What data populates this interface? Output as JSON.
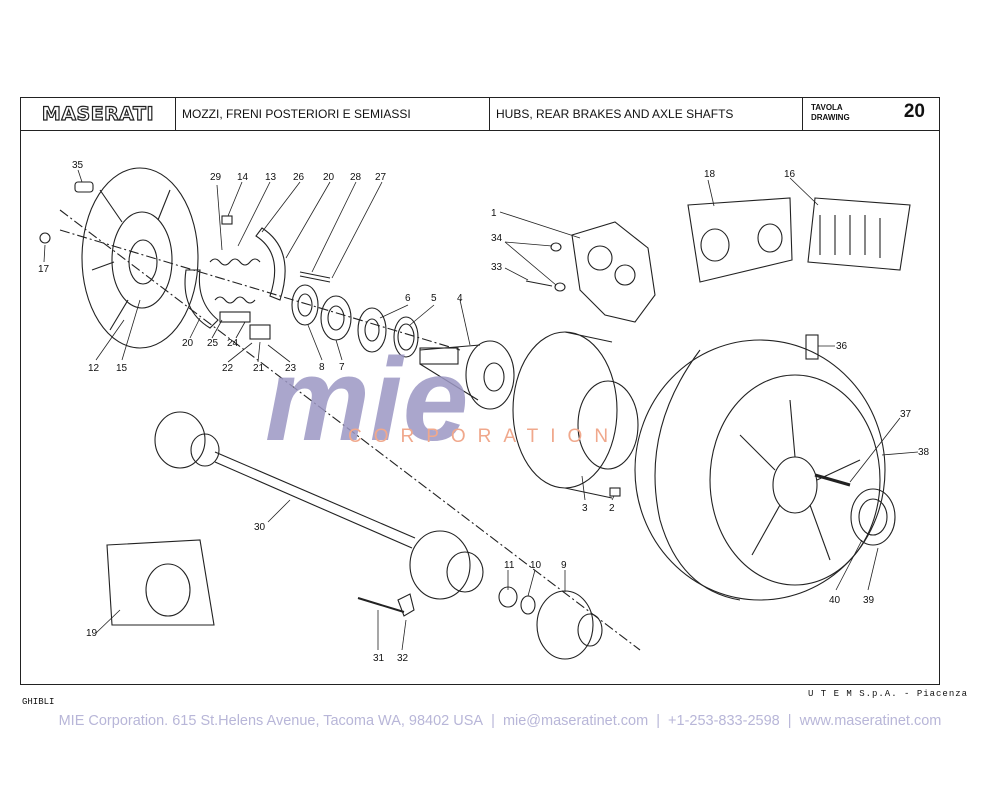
{
  "header": {
    "logo": "MASERATI",
    "title_it": "MOZZI, FRENI POSTERIORI E SEMIASSI",
    "title_en": "HUBS, REAR BRAKES AND AXLE SHAFTS",
    "table_label_it": "TAVOLA",
    "table_label_en": "DRAWING",
    "table_number": "20"
  },
  "callouts": [
    "1",
    "2",
    "3",
    "4",
    "5",
    "6",
    "7",
    "8",
    "9",
    "10",
    "11",
    "12",
    "13",
    "14",
    "15",
    "16",
    "17",
    "18",
    "19",
    "20",
    "20",
    "21",
    "22",
    "23",
    "24",
    "25",
    "26",
    "27",
    "28",
    "29",
    "30",
    "31",
    "32",
    "33",
    "34",
    "35",
    "36",
    "37",
    "38",
    "39",
    "40"
  ],
  "watermark": {
    "main": "mie",
    "sub": "CORPORATION"
  },
  "footer": {
    "model": "GHIBLI",
    "publisher": "U T E M  S.p.A. - Piacenza",
    "contact": {
      "company": "MIE Corporation. 615 St.Helens Avenue, Tacoma WA, 98402 USA",
      "email": "mie@maseratinet.com",
      "phone": "+1-253-833-2598",
      "website": "www.maseratinet.com",
      "separator": "|"
    }
  },
  "colors": {
    "line": "#222222",
    "watermark_main": "#9c97c4",
    "watermark_sub": "#f0a88c",
    "contact_text": "#b8b6d8"
  }
}
